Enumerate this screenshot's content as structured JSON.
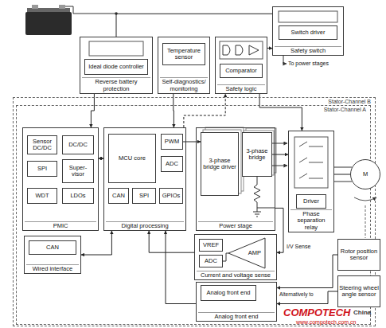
{
  "diagram": {
    "nodes": [
      {
        "text": [
          "Reverse battery protection"
        ]
      },
      {
        "text": [
          "Ideal diode controller"
        ],
        "in": 0
      },
      {
        "text": [
          "Self-diagnostics/ monitoring"
        ]
      },
      {
        "text": [
          "Temperature sensor"
        ],
        "in": 2
      },
      {
        "text": [
          "Safety logic"
        ]
      },
      {
        "text": [
          "Comparator"
        ],
        "in": 4
      },
      {
        "text": [
          "Safety switch"
        ]
      },
      {
        "text": [
          "Switch driver"
        ],
        "in": 6
      },
      {
        "text": [
          "Stator-Channel B"
        ]
      },
      {
        "text": [
          "Stator-Channel A"
        ],
        "in": 8
      },
      {
        "text": [
          "PMIC"
        ],
        "in": 9
      },
      {
        "text": [
          "Sensor DC/DC"
        ],
        "in": 10
      },
      {
        "text": [
          "DC/DC"
        ],
        "in": 10
      },
      {
        "text": [
          "SPI"
        ],
        "in": 10
      },
      {
        "text": [
          "Super-visor"
        ],
        "in": 10
      },
      {
        "text": [
          "WDT"
        ],
        "in": 10
      },
      {
        "text": [
          "LDOs"
        ],
        "in": 10
      },
      {
        "text": [
          "Digital processing"
        ],
        "in": 9
      },
      {
        "text": [
          "MCU core"
        ],
        "in": 17
      },
      {
        "text": [
          "PWM"
        ],
        "in": 17
      },
      {
        "text": [
          "ADC"
        ],
        "in": 17
      },
      {
        "text": [
          "CAN"
        ],
        "in": 17
      },
      {
        "text": [
          "SPI"
        ],
        "in": 17
      },
      {
        "text": [
          "GPIOs"
        ],
        "in": 17
      },
      {
        "text": [
          "Power stage"
        ],
        "in": 9
      },
      {
        "text": [
          "3-phase bridge driver"
        ],
        "in": 24
      },
      {
        "text": [
          "3-phase bridge"
        ],
        "in": 24
      },
      {
        "text": [
          "Phase separation relay"
        ],
        "in": 9
      },
      {
        "text": [
          "Driver"
        ],
        "in": 27
      },
      {
        "text": [
          "M"
        ]
      },
      {
        "text": [
          "Wired interface"
        ],
        "in": 9
      },
      {
        "text": [
          "CAN"
        ],
        "in": 30
      },
      {
        "text": [
          "Current and voltage sense"
        ],
        "in": 9
      },
      {
        "text": [
          "VREF"
        ],
        "in": 32
      },
      {
        "text": [
          "ADC"
        ],
        "in": 32
      },
      {
        "text": [
          "AMP"
        ],
        "in": 32
      },
      {
        "text": [
          "Analog front end"
        ],
        "in": 9
      },
      {
        "text": [
          "Analog front end"
        ],
        "in": 36
      },
      {
        "text": [
          "Rotor position sensor"
        ]
      },
      {
        "text": [
          "Steering wheel angle sensor"
        ]
      }
    ],
    "edges": [
      {
        "from": 0,
        "to": 6,
        "arrow": "none"
      },
      {
        "from": 0,
        "to": 10,
        "arrow": "to"
      },
      {
        "from": 2,
        "to": 17,
        "arrow": "to"
      },
      {
        "from": 4,
        "to": 6,
        "arrow": "to"
      },
      {
        "from": 17,
        "to": 4,
        "arrow": "to"
      },
      {
        "from": 4,
        "to": 27,
        "arrow": "to"
      },
      {
        "from": 10,
        "to": 17,
        "arrow": "both"
      },
      {
        "from": 19,
        "to": 25,
        "arrow": "to"
      },
      {
        "from": 26,
        "to": 27,
        "arrow": "to"
      },
      {
        "from": 27,
        "to": 29,
        "arrow": "none"
      },
      {
        "from": 17,
        "to": 30,
        "arrow": "both"
      },
      {
        "from": 32,
        "to": 17,
        "arrow": "to"
      },
      {
        "from": 24,
        "to": 32,
        "arrow": "to"
      },
      {
        "from": 38,
        "to": 36,
        "arrow": "to"
      },
      {
        "from": 39,
        "to": 36,
        "arrow": "to"
      },
      {
        "from": 36,
        "to": 17,
        "arrow": "to"
      }
    ],
    "labels": [
      "To power stages",
      "I/V Sense",
      "Alternatively to",
      "COMPOTECH",
      "China",
      "www.compotech.com.cn"
    ]
  }
}
